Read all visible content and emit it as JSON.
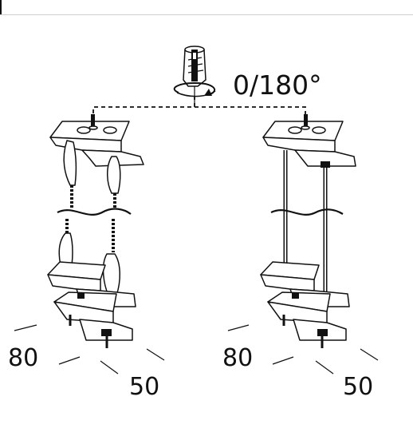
{
  "rotation_label": "0/180°",
  "left_assembly": {
    "dim_a": "80",
    "dim_b": "50"
  },
  "right_assembly": {
    "dim_a": "80",
    "dim_b": "50"
  }
}
